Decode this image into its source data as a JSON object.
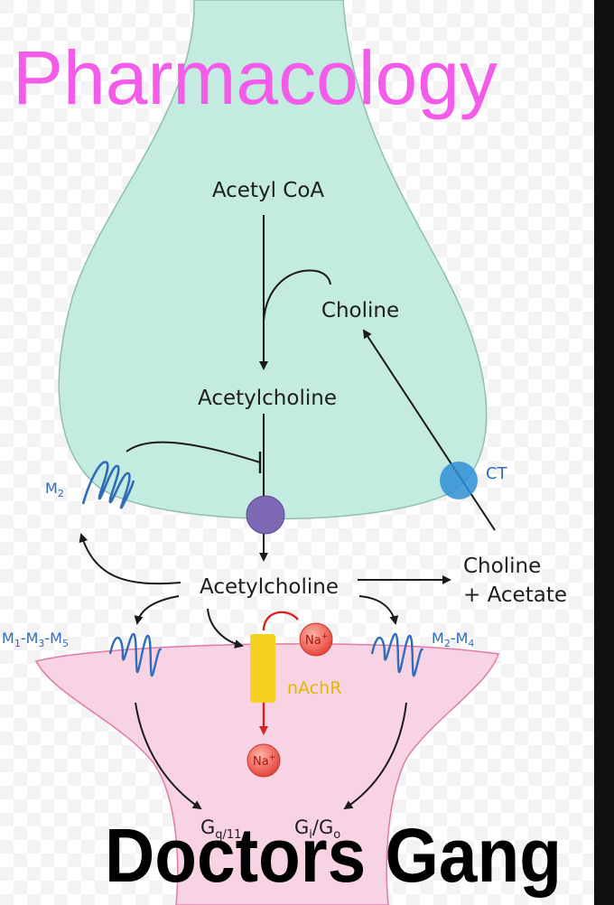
{
  "header": {
    "title": "Pharmacology"
  },
  "footer": {
    "brand": "Doctors Gang"
  },
  "diagram": {
    "presynaptic": {
      "acetyl_coa": "Acetyl CoA",
      "choline": "Choline",
      "acetylcholine": "Acetylcholine",
      "transporter_label": "CT",
      "autoreceptor_label": "M",
      "autoreceptor_sub": "2"
    },
    "cleft": {
      "acetylcholine": "Acetylcholine",
      "products_line1": "Choline",
      "products_line2": "+ Acetate"
    },
    "postsynaptic": {
      "receptor_left": {
        "parts": [
          "M",
          "1",
          "-M",
          "3",
          "-M",
          "5"
        ]
      },
      "receptor_right": {
        "parts": [
          "M",
          "2",
          "-M",
          "4"
        ]
      },
      "nicotinic_label": "nAchR",
      "ion_top": {
        "base": "Na",
        "sup": "+"
      },
      "ion_bottom": {
        "base": "Na",
        "sup": "+"
      },
      "gprotein_left": {
        "base": "G",
        "sub": "q/11"
      },
      "gprotein_right": {
        "base1": "G",
        "sub1": "i",
        "sep": "/G",
        "sub2": "o"
      }
    }
  },
  "colors": {
    "presynaptic_fill": "#c4ebe0",
    "postsynaptic_fill": "#f8d3e3",
    "title_pink": "#f25ce8",
    "vesicle_purple": "#7d68b4",
    "transporter_blue": "#2f8fd6",
    "channel_yellow": "#f4d21f",
    "ion_red": "#e6463c"
  }
}
